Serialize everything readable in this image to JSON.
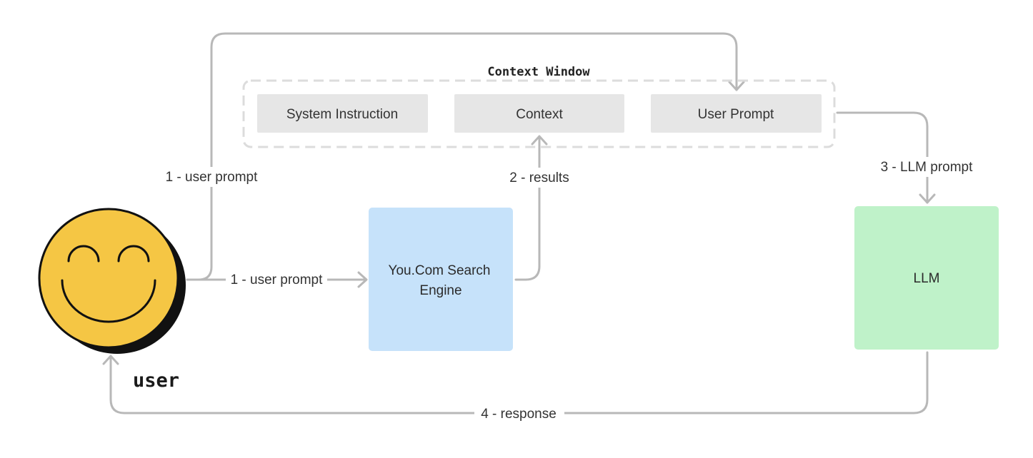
{
  "context_window": {
    "title": "Context Window",
    "slots": [
      {
        "label": "System Instruction"
      },
      {
        "label": "Context"
      },
      {
        "label": "User Prompt"
      }
    ]
  },
  "user": {
    "label": "user",
    "icon": "smiley-face-icon",
    "face_color": "#F5C644"
  },
  "search_engine": {
    "line1": "You.Com Search",
    "line2": "Engine",
    "color": "#C6E2FA"
  },
  "llm": {
    "label": "LLM",
    "color": "#BFF2C9"
  },
  "edges": {
    "user_prompt_to_context": "1 - user prompt",
    "user_prompt_to_search": "1 - user prompt",
    "results": "2 - results",
    "llm_prompt": "3 - LLM prompt",
    "response": "4 - response"
  },
  "colors": {
    "connector": "#B8B8B8",
    "slot_fill": "#E6E6E6",
    "frame": "#DCDCDC"
  }
}
